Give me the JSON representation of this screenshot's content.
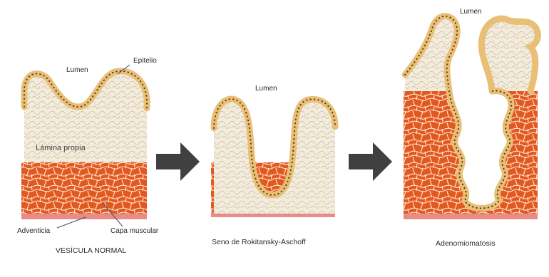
{
  "panels": [
    {
      "caption": "VESÍCULA NORMAL",
      "labels": {
        "lumen": "Lumen",
        "epitelio": "Epitelio",
        "lamina_propia": "Lámina propia",
        "adventicia": "Adventicia",
        "capa_muscular": "Capa muscular"
      }
    },
    {
      "caption": "Seno de Rokitansky-Aschoff",
      "labels": {
        "lumen": "Lumen"
      }
    },
    {
      "caption": "Adenomiomatosis",
      "labels": {
        "lumen": "Lumen"
      }
    }
  ],
  "colors": {
    "muscle": "#e2591f",
    "muscle_line": "#fbe2cf",
    "lamina": "#f3ecdd",
    "epithelium": "#e9bf76",
    "epithelium_dots": "#5a3a1a",
    "adventicia": "#e98b86",
    "arrow": "#404040"
  },
  "icons": [
    "arrow-right-icon",
    "arrow-right-icon"
  ]
}
